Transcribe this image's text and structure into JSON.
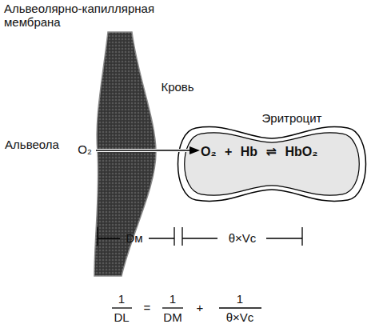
{
  "diagram": {
    "nodes": [
      {
        "text": [
          "Альвеолярно-капиллярная мембрана"
        ]
      },
      {
        "text": [
          "Эритроцит",
          "O₂ + Hb ⇌ HbO₂"
        ]
      }
    ],
    "labels": [
      "Кровь",
      "Альвеола",
      "O₂",
      "Dм",
      "θ×Vc",
      "1",
      "DL",
      "=",
      "1",
      "DM",
      "+",
      "1",
      "θ×Vc"
    ]
  }
}
